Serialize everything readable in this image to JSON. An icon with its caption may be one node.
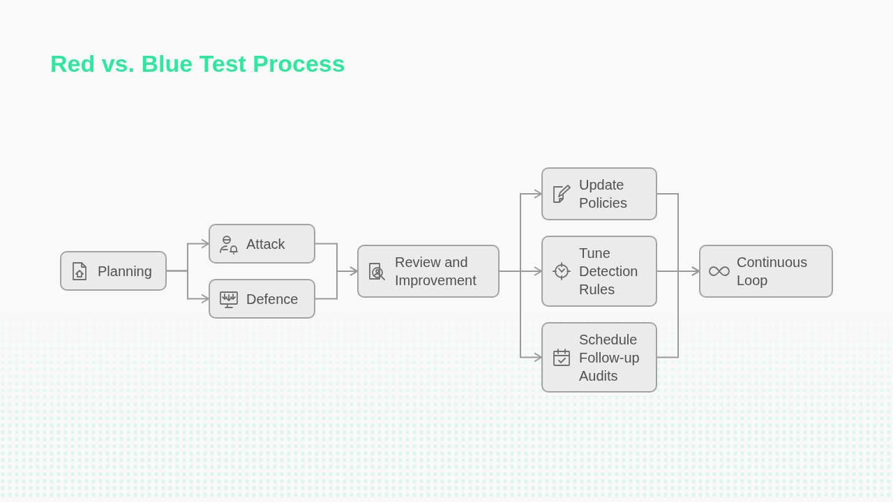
{
  "diagram": {
    "title": "Red vs. Blue Test Process",
    "nodes": [
      {
        "text": [
          "Planning"
        ]
      },
      {
        "text": [
          "Attack"
        ]
      },
      {
        "text": [
          "Defence"
        ]
      },
      {
        "text": [
          "Review and Improvement"
        ]
      },
      {
        "text": [
          "Update Policies"
        ]
      },
      {
        "text": [
          "Tune Detection Rules"
        ]
      },
      {
        "text": [
          "Schedule Follow-up Audits"
        ]
      },
      {
        "text": [
          "Continuous Loop"
        ]
      }
    ],
    "edges": [
      {
        "from": 0,
        "to": 1,
        "arrow": "to"
      },
      {
        "from": 0,
        "to": 2,
        "arrow": "to"
      },
      {
        "from": 1,
        "to": 3,
        "arrow": "to"
      },
      {
        "from": 2,
        "to": 3,
        "arrow": "to"
      },
      {
        "from": 3,
        "to": 4,
        "arrow": "to"
      },
      {
        "from": 3,
        "to": 5,
        "arrow": "to"
      },
      {
        "from": 3,
        "to": 6,
        "arrow": "to"
      },
      {
        "from": 4,
        "to": 7,
        "arrow": "to"
      },
      {
        "from": 5,
        "to": 7,
        "arrow": "to"
      },
      {
        "from": 6,
        "to": 7,
        "arrow": "to"
      }
    ]
  }
}
